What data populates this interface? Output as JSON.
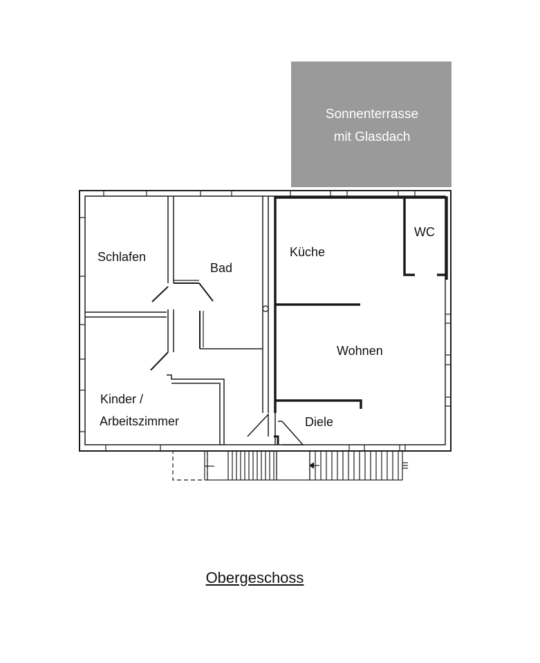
{
  "terrace": {
    "line1": "Sonnenterrasse",
    "line2": "mit Glasdach",
    "fill_color": "#9a9a9a",
    "text_color": "#ffffff"
  },
  "rooms": {
    "schlafen": "Schlafen",
    "bad": "Bad",
    "kueche": "Küche",
    "wc": "WC",
    "wohnen": "Wohnen",
    "kinder_line1": "Kinder /",
    "kinder_line2": "Arbeitszimmer",
    "diele": "Diele"
  },
  "floor_title": "Obergeschoss",
  "colors": {
    "wall": "#1a1a1a",
    "paper": "#ffffff"
  }
}
